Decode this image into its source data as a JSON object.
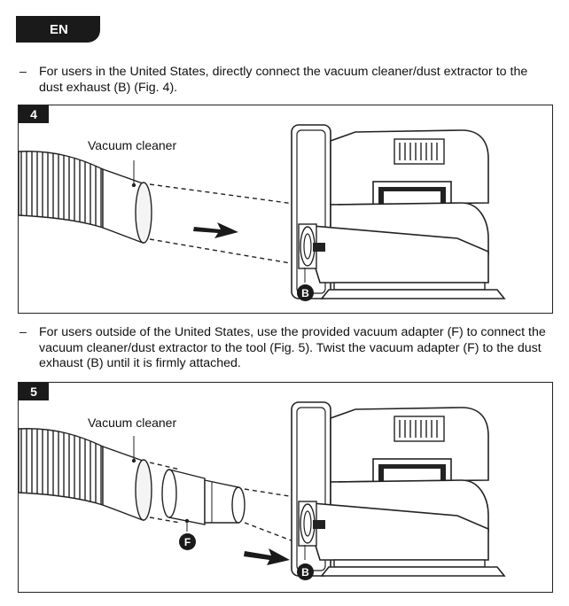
{
  "header": {
    "language_tab": "EN"
  },
  "steps": [
    {
      "dash": "–",
      "text": "For users in the United States, directly connect the vacuum cleaner/dust extractor to the dust exhaust (B) (Fig. 4)."
    },
    {
      "dash": "–",
      "text": "For users outside of the United States, use the provided vacuum adapter (F) to connect the vacuum cleaner/dust extractor to the tool (Fig. 5). Twist the vacuum adapter (F) to the dust exhaust (B) until it is firmly attached."
    }
  ],
  "figures": [
    {
      "number": "4",
      "hose_label": "Vacuum cleaner",
      "exhaust_label": "B"
    },
    {
      "number": "5",
      "hose_label": "Vacuum cleaner",
      "adapter_label": "F",
      "exhaust_label": "B"
    }
  ]
}
